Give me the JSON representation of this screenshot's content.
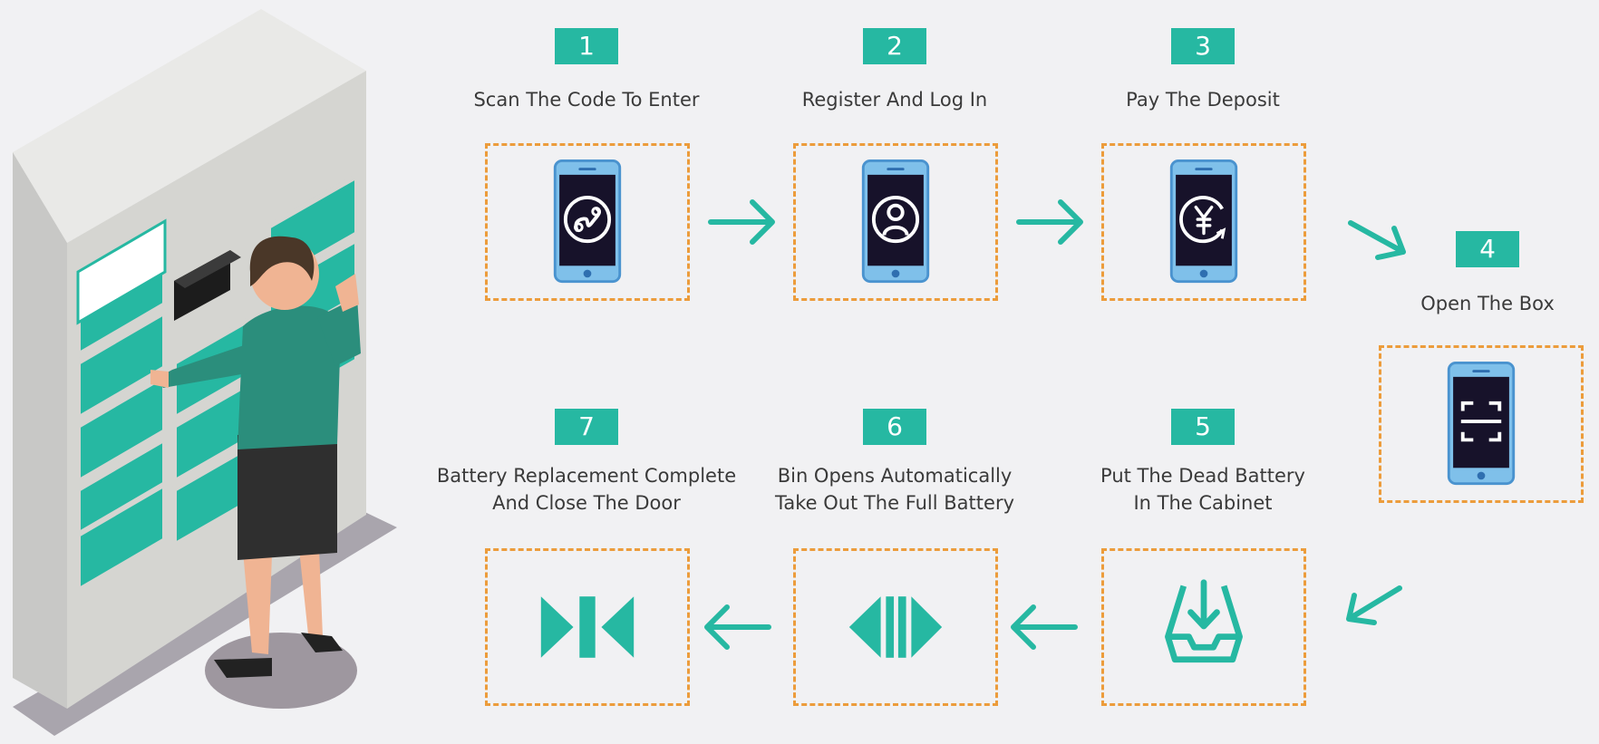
{
  "steps": [
    {
      "number": "1",
      "label": "Scan The Code To Enter",
      "icon": "mini-program-icon"
    },
    {
      "number": "2",
      "label": "Register And Log In",
      "icon": "user-profile-icon"
    },
    {
      "number": "3",
      "label": "Pay The Deposit",
      "icon": "yuan-payment-icon"
    },
    {
      "number": "4",
      "label": "Open The Box",
      "icon": "scan-icon"
    },
    {
      "number": "5",
      "label": "Put The Dead Battery\nIn The Cabinet",
      "icon": "tray-download-icon"
    },
    {
      "number": "6",
      "label": "Bin Opens Automatically\nTake Out The Full Battery",
      "icon": "open-door-icon"
    },
    {
      "number": "7",
      "label": "Battery Replacement Complete\nAnd Close The Door",
      "icon": "close-door-icon"
    }
  ],
  "colors": {
    "accent": "#26b8a2",
    "dash_border": "#ec9c3b",
    "background": "#f1f1f3",
    "phone_body": "#7fc0ea",
    "phone_screen": "#17122a"
  }
}
